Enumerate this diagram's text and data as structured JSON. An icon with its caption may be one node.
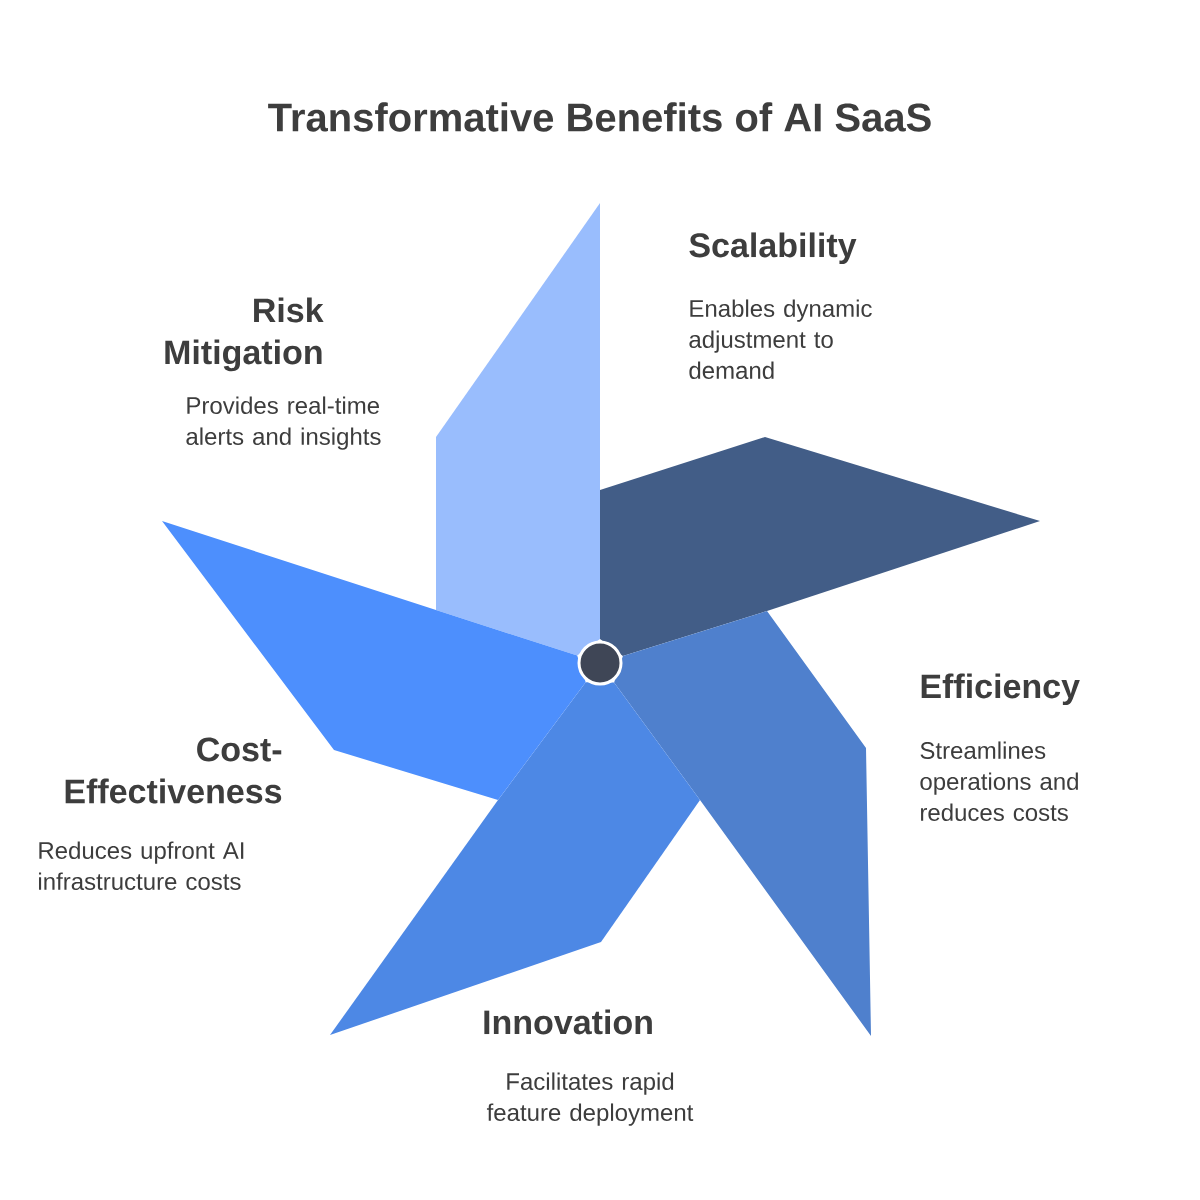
{
  "diagram": {
    "title": "Transformative Benefits of AI SaaS",
    "nodes": [
      {
        "text": [
          "Scalability",
          "Enables dynamic adjustment to demand"
        ]
      },
      {
        "text": [
          "Risk Mitigation",
          "Provides real-time alerts and insights"
        ]
      },
      {
        "text": [
          "Efficiency",
          "Streamlines operations and reduces costs"
        ]
      },
      {
        "text": [
          "Cost-Effectiveness",
          "Reduces upfront AI infrastructure costs"
        ]
      },
      {
        "text": [
          "Innovation",
          "Facilitates rapid feature deployment"
        ]
      },
      {
        "text": [],
        "shape": "circle"
      }
    ]
  }
}
